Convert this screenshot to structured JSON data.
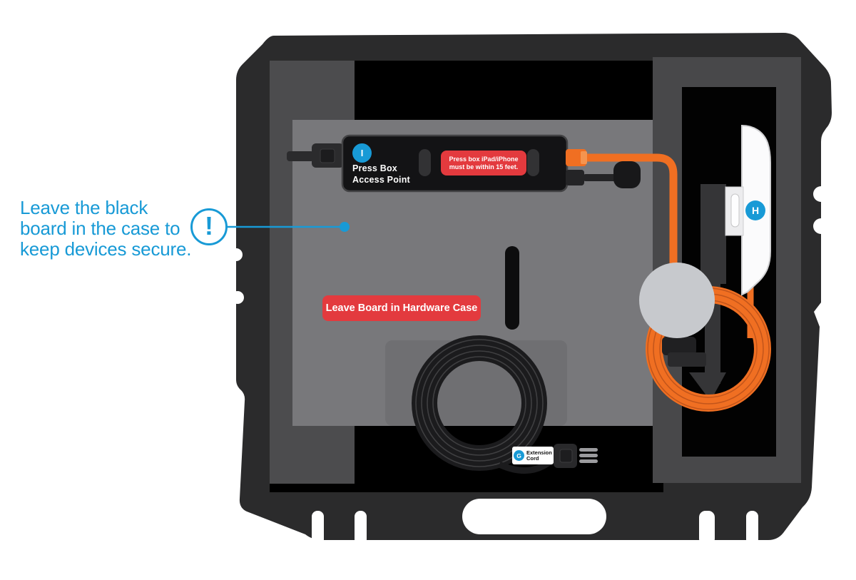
{
  "annotation": {
    "note": "Leave the black\nboard in the case to\nkeep devices secure.",
    "alert_symbol": "!"
  },
  "case_contents": {
    "press_box": {
      "badge": "I",
      "name": "Press Box\nAccess Point",
      "warning": "Press box iPad/iPhone\nmust be within 15 feet."
    },
    "board_label": "Leave Board in Hardware Case",
    "extension_cord": {
      "badge": "G",
      "name": "Extension\nCord"
    },
    "antenna_badge": "H"
  },
  "colors": {
    "accent_blue": "#189ad6",
    "alert_red": "#e33a3e",
    "cable_orange": "#f06f22",
    "case_dark": "#2b2b2c",
    "foam_gray": "#4c4c4e",
    "board_gray": "#78787b"
  }
}
